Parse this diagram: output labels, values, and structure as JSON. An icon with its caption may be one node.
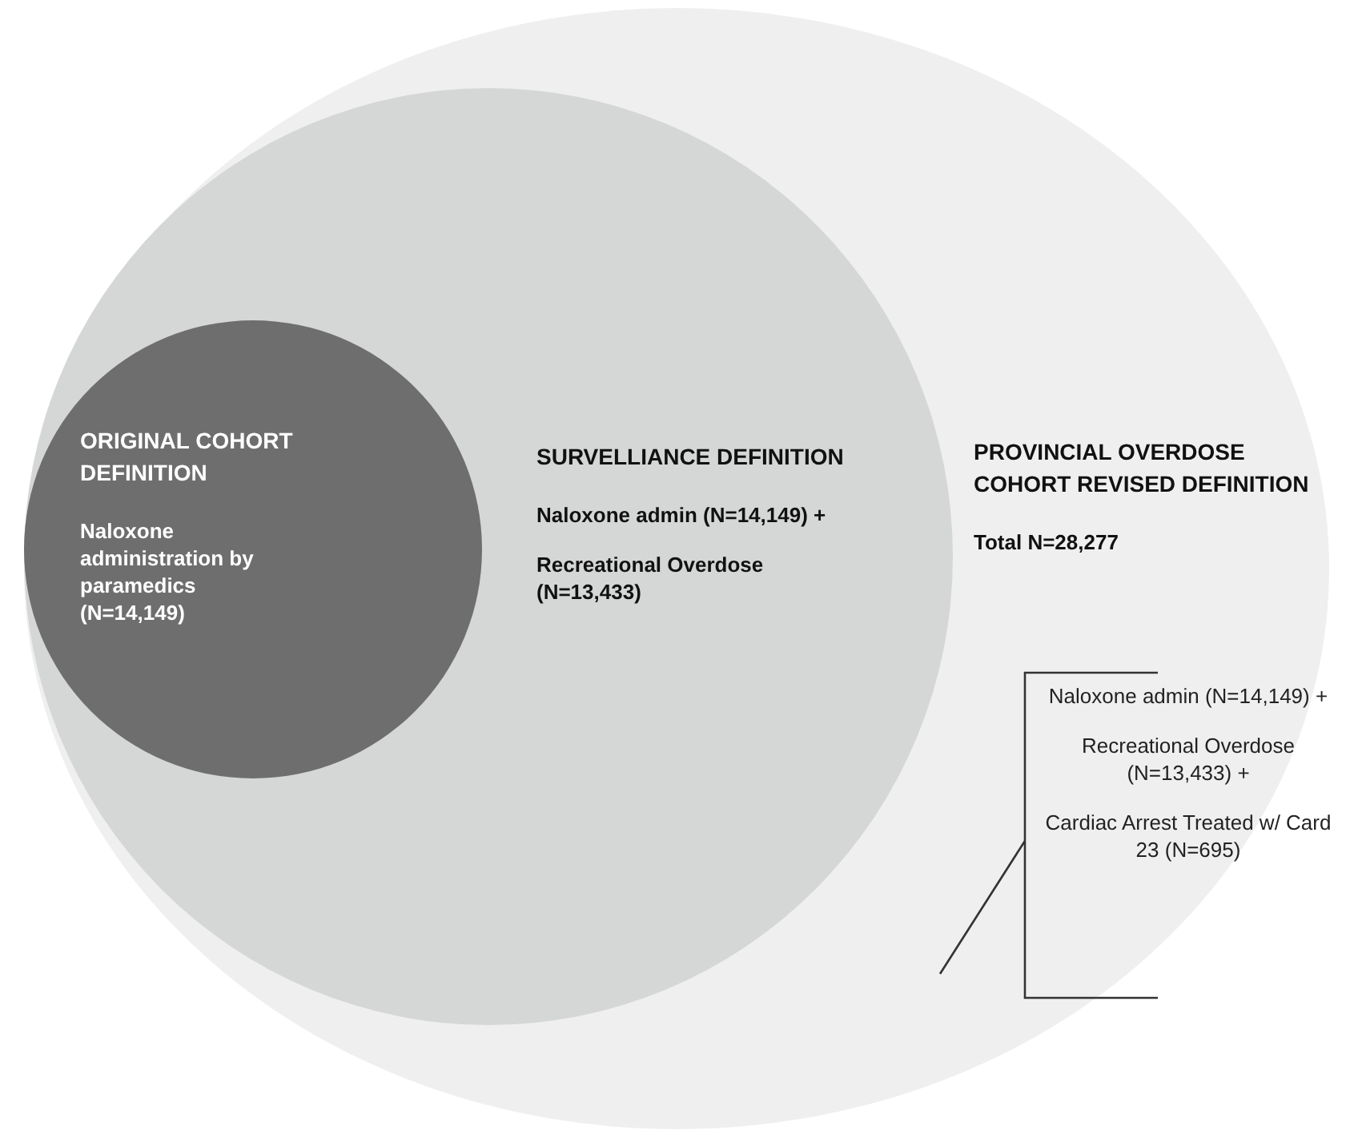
{
  "diagram": {
    "nodes": [
      {
        "text": [
          "PROVINCIAL OVERDOSE COHORT REVISED DEFINITION",
          "Total N=28,277"
        ]
      },
      {
        "text": [
          "SURVELLIANCE DEFINITION",
          "Naloxone admin (N=14,149) +",
          "Recreational Overdose (N=13,433)"
        ],
        "in": 0
      },
      {
        "text": [
          "ORIGINAL COHORT DEFINITION",
          "Naloxone administration by paramedics (N=14,149)"
        ],
        "in": 1
      },
      {
        "text": [
          "Naloxone admin (N=14,149) +",
          "Recreational Overdose (N=13,433) +",
          "Cardiac Arrest Treated w/  Card 23 (N=695)"
        ],
        "in": 0
      }
    ]
  }
}
